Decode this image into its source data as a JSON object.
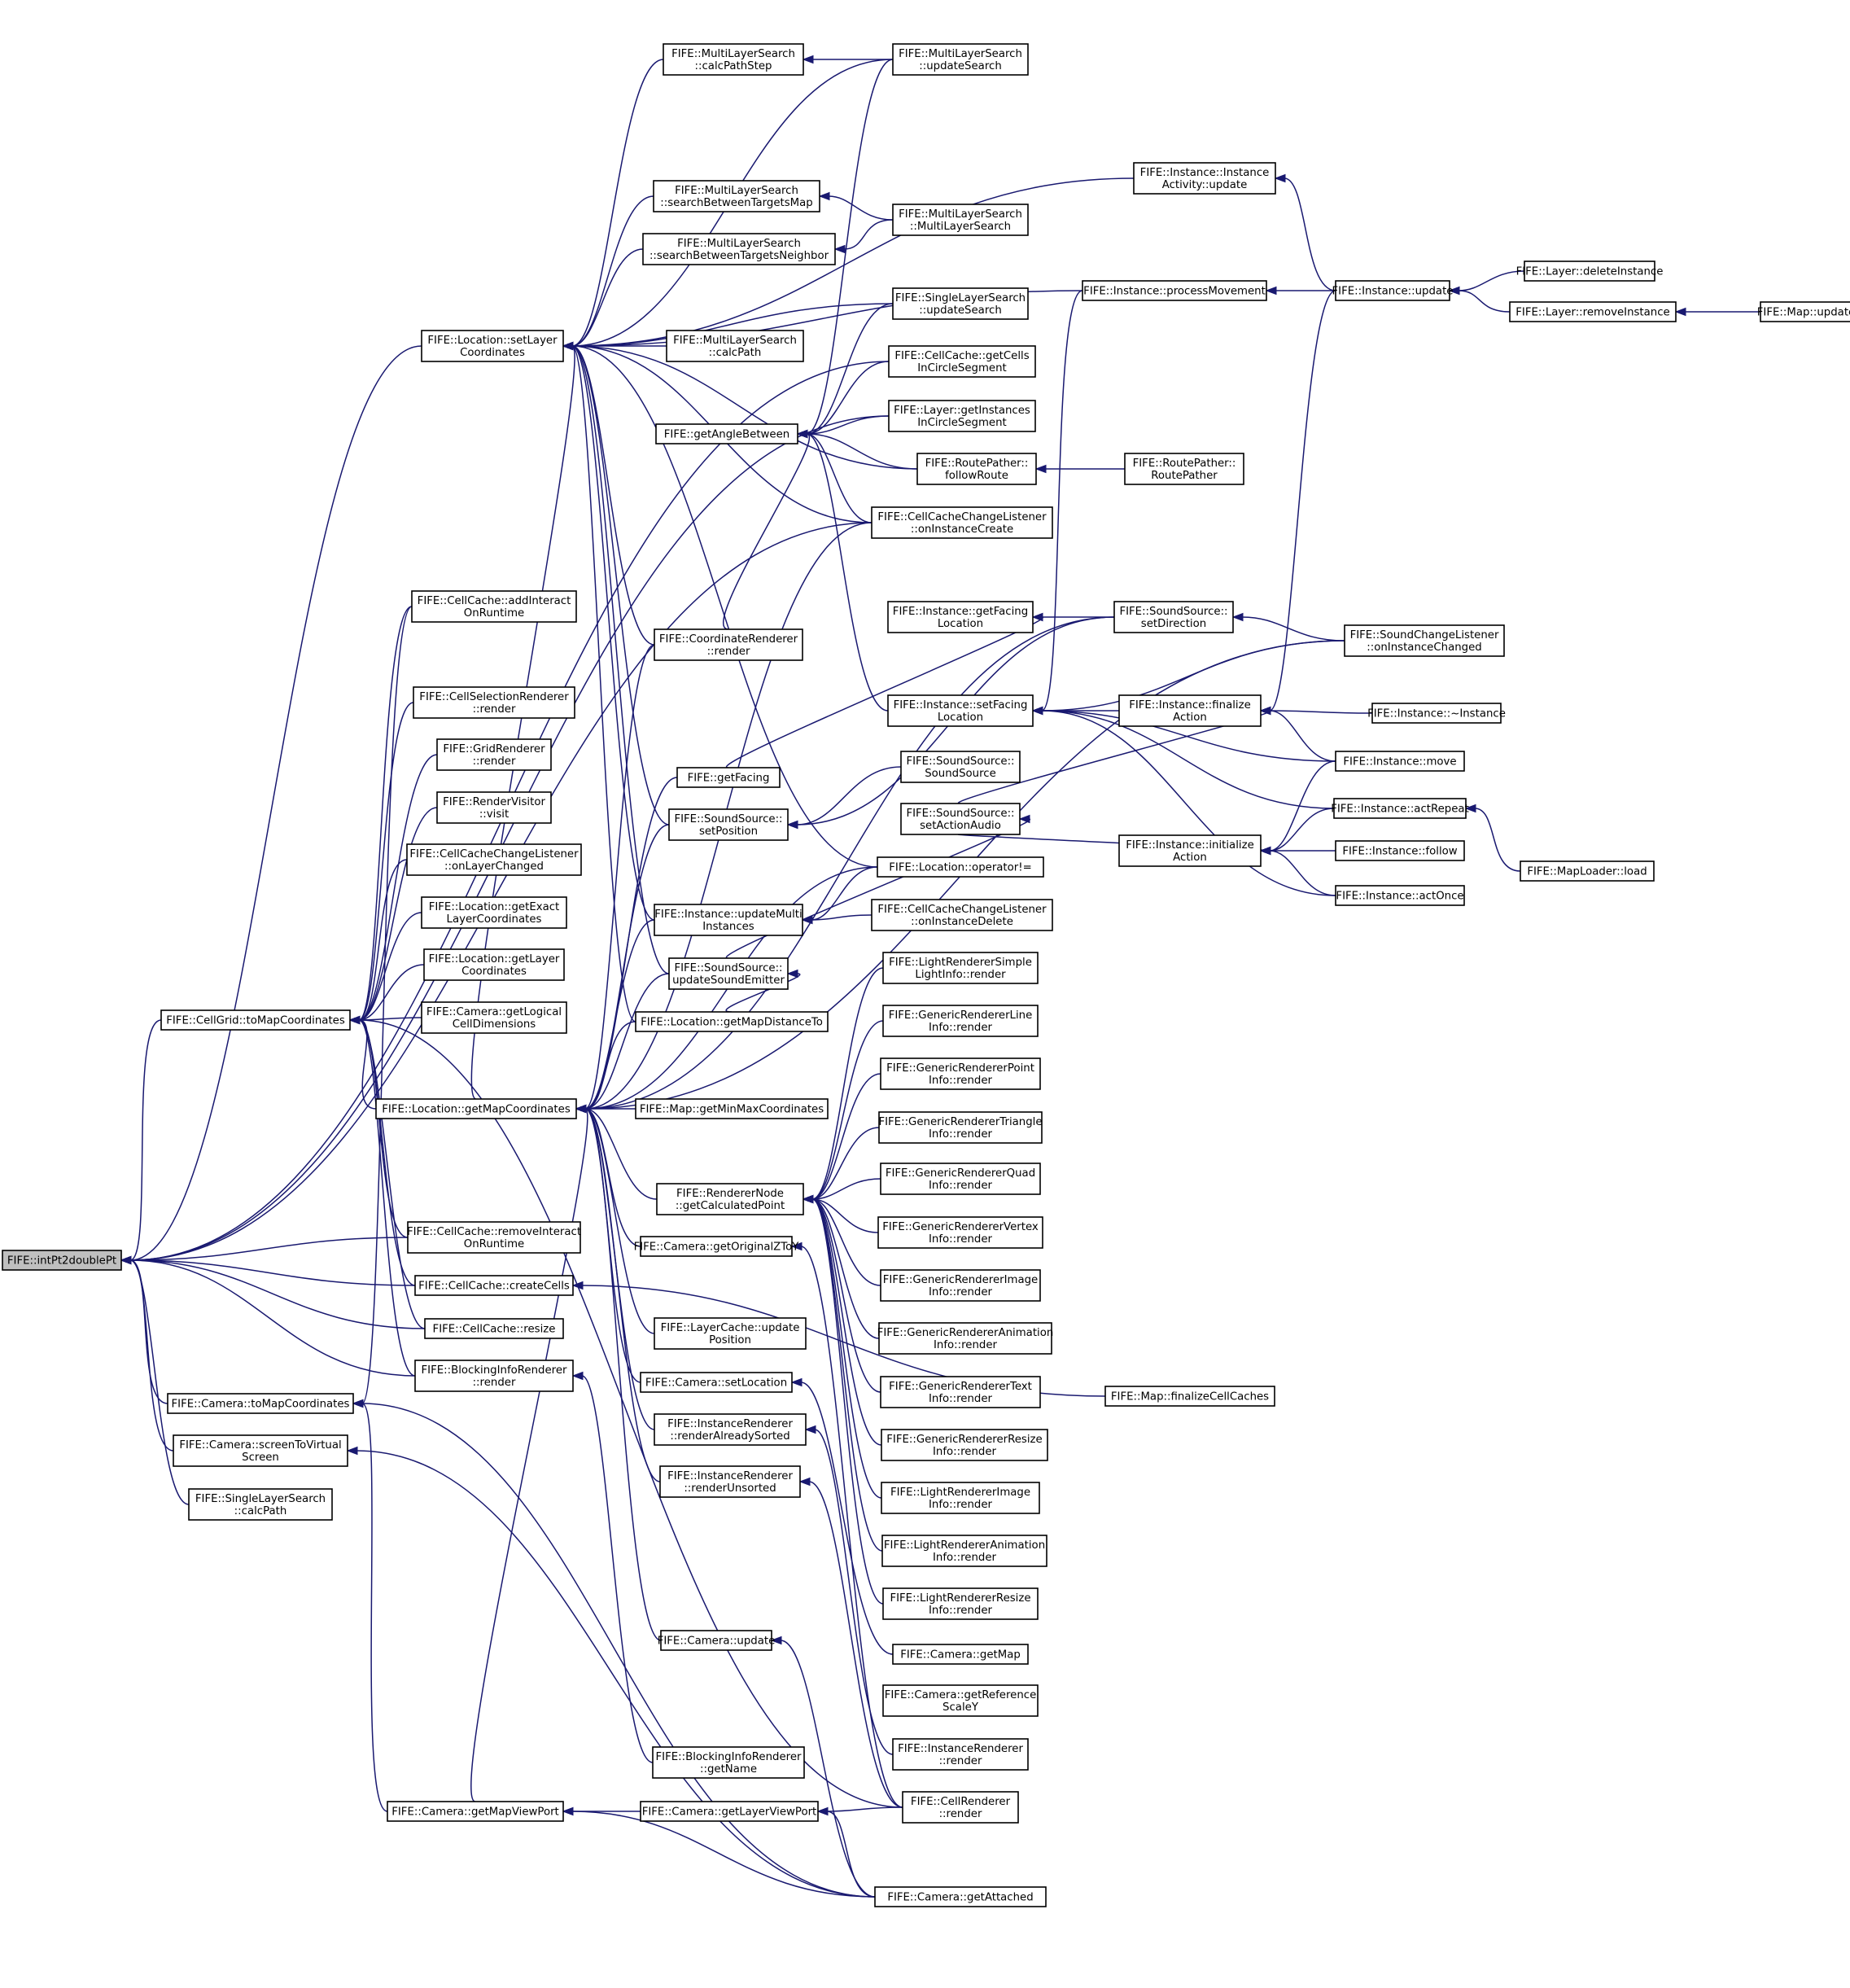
{
  "diagram": {
    "type": "caller-graph",
    "colors": {
      "edge": "#191970",
      "node_border": "#000000",
      "node_fill": "#ffffff",
      "focus_fill": "#bfbfbf"
    },
    "nodes": [
      {
        "id": "n0",
        "lines": [
          "FIFE::intPt2doublePt"
        ],
        "focus": true
      },
      {
        "id": "n1",
        "lines": [
          "FIFE::Location::setLayer",
          "Coordinates"
        ]
      },
      {
        "id": "n2",
        "lines": [
          "FIFE::MultiLayerSearch",
          "::calcPathStep"
        ]
      },
      {
        "id": "n3",
        "lines": [
          "FIFE::MultiLayerSearch",
          "::updateSearch"
        ]
      },
      {
        "id": "n4",
        "lines": [
          "FIFE::MultiLayerSearch",
          "::searchBetweenTargetsMap"
        ]
      },
      {
        "id": "n5",
        "lines": [
          "FIFE::MultiLayerSearch",
          "::MultiLayerSearch"
        ]
      },
      {
        "id": "n6",
        "lines": [
          "FIFE::MultiLayerSearch",
          "::searchBetweenTargetsNeighbor"
        ]
      },
      {
        "id": "n7",
        "lines": [
          "FIFE::SingleLayerSearch",
          "::updateSearch"
        ]
      },
      {
        "id": "n8",
        "lines": [
          "FIFE::MultiLayerSearch",
          "::calcPath"
        ]
      },
      {
        "id": "n9",
        "lines": [
          "FIFE::CellCache::getCells",
          "InCircleSegment"
        ]
      },
      {
        "id": "n10",
        "lines": [
          "FIFE::getAngleBetween"
        ]
      },
      {
        "id": "n11",
        "lines": [
          "FIFE::Layer::getInstances",
          "InCircleSegment"
        ]
      },
      {
        "id": "n12",
        "lines": [
          "FIFE::RoutePather::",
          "followRoute"
        ]
      },
      {
        "id": "n13",
        "lines": [
          "FIFE::RoutePather::",
          "RoutePather"
        ]
      },
      {
        "id": "n14",
        "lines": [
          "FIFE::CellCacheChangeListener",
          "::onInstanceCreate"
        ]
      },
      {
        "id": "n15",
        "lines": [
          "FIFE::Instance::Instance",
          "Activity::update"
        ]
      },
      {
        "id": "n16",
        "lines": [
          "FIFE::Instance::processMovement"
        ]
      },
      {
        "id": "n17",
        "lines": [
          "FIFE::Instance::update"
        ]
      },
      {
        "id": "n18",
        "lines": [
          "FIFE::Layer::deleteInstance"
        ]
      },
      {
        "id": "n19",
        "lines": [
          "FIFE::Layer::removeInstance"
        ]
      },
      {
        "id": "n20",
        "lines": [
          "FIFE::Map::update"
        ]
      },
      {
        "id": "n21",
        "lines": [
          "FIFE::CellCache::addInteract",
          "OnRuntime"
        ]
      },
      {
        "id": "n22",
        "lines": [
          "FIFE::CoordinateRenderer",
          "::render"
        ]
      },
      {
        "id": "n23",
        "lines": [
          "FIFE::Instance::getFacing",
          "Location"
        ]
      },
      {
        "id": "n24",
        "lines": [
          "FIFE::SoundSource::",
          "setDirection"
        ]
      },
      {
        "id": "n25",
        "lines": [
          "FIFE::SoundChangeListener",
          "::onInstanceChanged"
        ]
      },
      {
        "id": "n26",
        "lines": [
          "FIFE::CellSelectionRenderer",
          "::render"
        ]
      },
      {
        "id": "n27",
        "lines": [
          "FIFE::Instance::setFacing",
          "Location"
        ]
      },
      {
        "id": "n28",
        "lines": [
          "FIFE::Instance::finalize",
          "Action"
        ]
      },
      {
        "id": "n29",
        "lines": [
          "FIFE::Instance::~Instance"
        ]
      },
      {
        "id": "n30",
        "lines": [
          "FIFE::GridRenderer",
          "::render"
        ]
      },
      {
        "id": "n31",
        "lines": [
          "FIFE::getFacing"
        ]
      },
      {
        "id": "n32",
        "lines": [
          "FIFE::Instance::move"
        ]
      },
      {
        "id": "n33",
        "lines": [
          "FIFE::SoundSource::",
          "SoundSource"
        ]
      },
      {
        "id": "n34",
        "lines": [
          "FIFE::RenderVisitor",
          "::visit"
        ]
      },
      {
        "id": "n35",
        "lines": [
          "FIFE::SoundSource::",
          "setPosition"
        ]
      },
      {
        "id": "n36",
        "lines": [
          "FIFE::SoundSource::",
          "setActionAudio"
        ]
      },
      {
        "id": "n37",
        "lines": [
          "FIFE::Instance::actRepeat"
        ]
      },
      {
        "id": "n38",
        "lines": [
          "FIFE::Instance::initialize",
          "Action"
        ]
      },
      {
        "id": "n39",
        "lines": [
          "FIFE::CellCacheChangeListener",
          "::onLayerChanged"
        ]
      },
      {
        "id": "n40",
        "lines": [
          "FIFE::Instance::follow"
        ]
      },
      {
        "id": "n41",
        "lines": [
          "FIFE::MapLoader::load"
        ]
      },
      {
        "id": "n42",
        "lines": [
          "FIFE::Location::operator!="
        ]
      },
      {
        "id": "n43",
        "lines": [
          "FIFE::Location::getExact",
          "LayerCoordinates"
        ]
      },
      {
        "id": "n44",
        "lines": [
          "FIFE::Instance::actOnce"
        ]
      },
      {
        "id": "n45",
        "lines": [
          "FIFE::Instance::updateMulti",
          "Instances"
        ]
      },
      {
        "id": "n46",
        "lines": [
          "FIFE::CellCacheChangeListener",
          "::onInstanceDelete"
        ]
      },
      {
        "id": "n47",
        "lines": [
          "FIFE::Location::getLayer",
          "Coordinates"
        ]
      },
      {
        "id": "n48",
        "lines": [
          "FIFE::SoundSource::",
          "updateSoundEmitter"
        ]
      },
      {
        "id": "n49",
        "lines": [
          "FIFE::LightRendererSimple",
          "LightInfo::render"
        ]
      },
      {
        "id": "n50",
        "lines": [
          "FIFE::CellGrid::toMapCoordinates"
        ]
      },
      {
        "id": "n51",
        "lines": [
          "FIFE::Camera::getLogical",
          "CellDimensions"
        ]
      },
      {
        "id": "n52",
        "lines": [
          "FIFE::Location::getMapDistanceTo"
        ]
      },
      {
        "id": "n53",
        "lines": [
          "FIFE::GenericRendererLine",
          "Info::render"
        ]
      },
      {
        "id": "n54",
        "lines": [
          "FIFE::GenericRendererPoint",
          "Info::render"
        ]
      },
      {
        "id": "n55",
        "lines": [
          "FIFE::Location::getMapCoordinates"
        ]
      },
      {
        "id": "n56",
        "lines": [
          "FIFE::Map::getMinMaxCoordinates"
        ]
      },
      {
        "id": "n57",
        "lines": [
          "FIFE::GenericRendererTriangle",
          "Info::render"
        ]
      },
      {
        "id": "n58",
        "lines": [
          "FIFE::GenericRendererQuad",
          "Info::render"
        ]
      },
      {
        "id": "n59",
        "lines": [
          "FIFE::RendererNode",
          "::getCalculatedPoint"
        ]
      },
      {
        "id": "n60",
        "lines": [
          "FIFE::GenericRendererVertex",
          "Info::render"
        ]
      },
      {
        "id": "n61",
        "lines": [
          "FIFE::Camera::getOriginalZToY"
        ]
      },
      {
        "id": "n62",
        "lines": [
          "FIFE::CellCache::removeInteract",
          "OnRuntime"
        ]
      },
      {
        "id": "n63",
        "lines": [
          "FIFE::GenericRendererImage",
          "Info::render"
        ]
      },
      {
        "id": "n64",
        "lines": [
          "FIFE::CellCache::createCells"
        ]
      },
      {
        "id": "n65",
        "lines": [
          "FIFE::CellCache::resize"
        ]
      },
      {
        "id": "n66",
        "lines": [
          "FIFE::LayerCache::update",
          "Position"
        ]
      },
      {
        "id": "n67",
        "lines": [
          "FIFE::GenericRendererAnimation",
          "Info::render"
        ]
      },
      {
        "id": "n68",
        "lines": [
          "FIFE::BlockingInfoRenderer",
          "::render"
        ]
      },
      {
        "id": "n69",
        "lines": [
          "FIFE::Camera::setLocation"
        ]
      },
      {
        "id": "n70",
        "lines": [
          "FIFE::GenericRendererText",
          "Info::render"
        ]
      },
      {
        "id": "n71",
        "lines": [
          "FIFE::Camera::toMapCoordinates"
        ]
      },
      {
        "id": "n72",
        "lines": [
          "FIFE::Map::finalizeCellCaches"
        ]
      },
      {
        "id": "n73",
        "lines": [
          "FIFE::InstanceRenderer",
          "::renderAlreadySorted"
        ]
      },
      {
        "id": "n74",
        "lines": [
          "FIFE::GenericRendererResize",
          "Info::render"
        ]
      },
      {
        "id": "n75",
        "lines": [
          "FIFE::Camera::screenToVirtual",
          "Screen"
        ]
      },
      {
        "id": "n76",
        "lines": [
          "FIFE::InstanceRenderer",
          "::renderUnsorted"
        ]
      },
      {
        "id": "n77",
        "lines": [
          "FIFE::LightRendererImage",
          "Info::render"
        ]
      },
      {
        "id": "n78",
        "lines": [
          "FIFE::SingleLayerSearch",
          "::calcPath"
        ]
      },
      {
        "id": "n79",
        "lines": [
          "FIFE::LightRendererAnimation",
          "Info::render"
        ]
      },
      {
        "id": "n80",
        "lines": [
          "FIFE::LightRendererResize",
          "Info::render"
        ]
      },
      {
        "id": "n81",
        "lines": [
          "FIFE::Camera::update"
        ]
      },
      {
        "id": "n82",
        "lines": [
          "FIFE::Camera::getMap"
        ]
      },
      {
        "id": "n83",
        "lines": [
          "FIFE::Camera::getReference",
          "ScaleY"
        ]
      },
      {
        "id": "n84",
        "lines": [
          "FIFE::InstanceRenderer",
          "::render"
        ]
      },
      {
        "id": "n85",
        "lines": [
          "FIFE::BlockingInfoRenderer",
          "::getName"
        ]
      },
      {
        "id": "n86",
        "lines": [
          "FIFE::Camera::getMapViewPort"
        ]
      },
      {
        "id": "n87",
        "lines": [
          "FIFE::Camera::getLayerViewPort"
        ]
      },
      {
        "id": "n88",
        "lines": [
          "FIFE::CellRenderer",
          "::render"
        ]
      },
      {
        "id": "n89",
        "lines": [
          "FIFE::Camera::getAttached"
        ]
      }
    ],
    "edges": [
      [
        "n1",
        "n0"
      ],
      [
        "n50",
        "n0"
      ],
      [
        "n71",
        "n0"
      ],
      [
        "n75",
        "n0"
      ],
      [
        "n78",
        "n0"
      ],
      [
        "n62",
        "n0"
      ],
      [
        "n64",
        "n0"
      ],
      [
        "n65",
        "n0"
      ],
      [
        "n68",
        "n0"
      ],
      [
        "n9",
        "n0"
      ],
      [
        "n11",
        "n0"
      ],
      [
        "n14",
        "n0"
      ],
      [
        "n2",
        "n1"
      ],
      [
        "n3",
        "n1"
      ],
      [
        "n4",
        "n1"
      ],
      [
        "n6",
        "n1"
      ],
      [
        "n7",
        "n1"
      ],
      [
        "n8",
        "n1"
      ],
      [
        "n15",
        "n1"
      ],
      [
        "n16",
        "n1"
      ],
      [
        "n12",
        "n1"
      ],
      [
        "n14",
        "n1"
      ],
      [
        "n22",
        "n1"
      ],
      [
        "n45",
        "n1"
      ],
      [
        "n42",
        "n1"
      ],
      [
        "n52",
        "n1"
      ],
      [
        "n48",
        "n1"
      ],
      [
        "n35",
        "n1"
      ],
      [
        "n55",
        "n1"
      ],
      [
        "n3",
        "n2"
      ],
      [
        "n5",
        "n4"
      ],
      [
        "n5",
        "n6"
      ],
      [
        "n3",
        "n10"
      ],
      [
        "n7",
        "n10"
      ],
      [
        "n9",
        "n10"
      ],
      [
        "n11",
        "n10"
      ],
      [
        "n12",
        "n10"
      ],
      [
        "n27",
        "n10"
      ],
      [
        "n14",
        "n10"
      ],
      [
        "n22",
        "n10"
      ],
      [
        "n13",
        "n12"
      ],
      [
        "n17",
        "n15"
      ],
      [
        "n17",
        "n16"
      ],
      [
        "n18",
        "n17"
      ],
      [
        "n19",
        "n17"
      ],
      [
        "n20",
        "n19"
      ],
      [
        "n24",
        "n23"
      ],
      [
        "n25",
        "n24"
      ],
      [
        "n31",
        "n23"
      ],
      [
        "n28",
        "n27"
      ],
      [
        "n32",
        "n27"
      ],
      [
        "n37",
        "n27"
      ],
      [
        "n44",
        "n27"
      ],
      [
        "n16",
        "n27"
      ],
      [
        "n25",
        "n27"
      ],
      [
        "n29",
        "n28"
      ],
      [
        "n32",
        "n28"
      ],
      [
        "n17",
        "n28"
      ],
      [
        "n36",
        "n28"
      ],
      [
        "n32",
        "n38"
      ],
      [
        "n37",
        "n38"
      ],
      [
        "n40",
        "n38"
      ],
      [
        "n44",
        "n38"
      ],
      [
        "n36",
        "n38"
      ],
      [
        "n41",
        "n37"
      ],
      [
        "n24",
        "n35"
      ],
      [
        "n33",
        "n35"
      ],
      [
        "n48",
        "n36"
      ],
      [
        "n46",
        "n45"
      ],
      [
        "n42",
        "n45"
      ],
      [
        "n52",
        "n48"
      ],
      [
        "n21",
        "n50"
      ],
      [
        "n26",
        "n50"
      ],
      [
        "n30",
        "n50"
      ],
      [
        "n34",
        "n50"
      ],
      [
        "n39",
        "n50"
      ],
      [
        "n43",
        "n50"
      ],
      [
        "n47",
        "n50"
      ],
      [
        "n51",
        "n50"
      ],
      [
        "n55",
        "n50"
      ],
      [
        "n62",
        "n50"
      ],
      [
        "n64",
        "n50"
      ],
      [
        "n65",
        "n50"
      ],
      [
        "n68",
        "n50"
      ],
      [
        "n88",
        "n50"
      ],
      [
        "n22",
        "n55"
      ],
      [
        "n31",
        "n55"
      ],
      [
        "n35",
        "n55"
      ],
      [
        "n45",
        "n55"
      ],
      [
        "n48",
        "n55"
      ],
      [
        "n52",
        "n55"
      ],
      [
        "n56",
        "n55"
      ],
      [
        "n59",
        "n55"
      ],
      [
        "n61",
        "n55"
      ],
      [
        "n66",
        "n55"
      ],
      [
        "n69",
        "n55"
      ],
      [
        "n73",
        "n55"
      ],
      [
        "n76",
        "n55"
      ],
      [
        "n81",
        "n55"
      ],
      [
        "n86",
        "n55"
      ],
      [
        "n42",
        "n55"
      ],
      [
        "n14",
        "n55"
      ],
      [
        "n25",
        "n55"
      ],
      [
        "n24",
        "n55"
      ],
      [
        "n49",
        "n59"
      ],
      [
        "n53",
        "n59"
      ],
      [
        "n54",
        "n59"
      ],
      [
        "n57",
        "n59"
      ],
      [
        "n58",
        "n59"
      ],
      [
        "n60",
        "n59"
      ],
      [
        "n63",
        "n59"
      ],
      [
        "n67",
        "n59"
      ],
      [
        "n70",
        "n59"
      ],
      [
        "n74",
        "n59"
      ],
      [
        "n77",
        "n59"
      ],
      [
        "n79",
        "n59"
      ],
      [
        "n80",
        "n59"
      ],
      [
        "n88",
        "n61"
      ],
      [
        "n72",
        "n64"
      ],
      [
        "n82",
        "n69"
      ],
      [
        "n84",
        "n73"
      ],
      [
        "n88",
        "n76"
      ],
      [
        "n89",
        "n81"
      ],
      [
        "n85",
        "n68"
      ],
      [
        "n88",
        "n87"
      ],
      [
        "n89",
        "n87"
      ],
      [
        "n87",
        "n86"
      ],
      [
        "n89",
        "n86"
      ],
      [
        "n86",
        "n71"
      ],
      [
        "n21",
        "n71"
      ],
      [
        "n89",
        "n71"
      ],
      [
        "n89",
        "n75"
      ]
    ]
  }
}
